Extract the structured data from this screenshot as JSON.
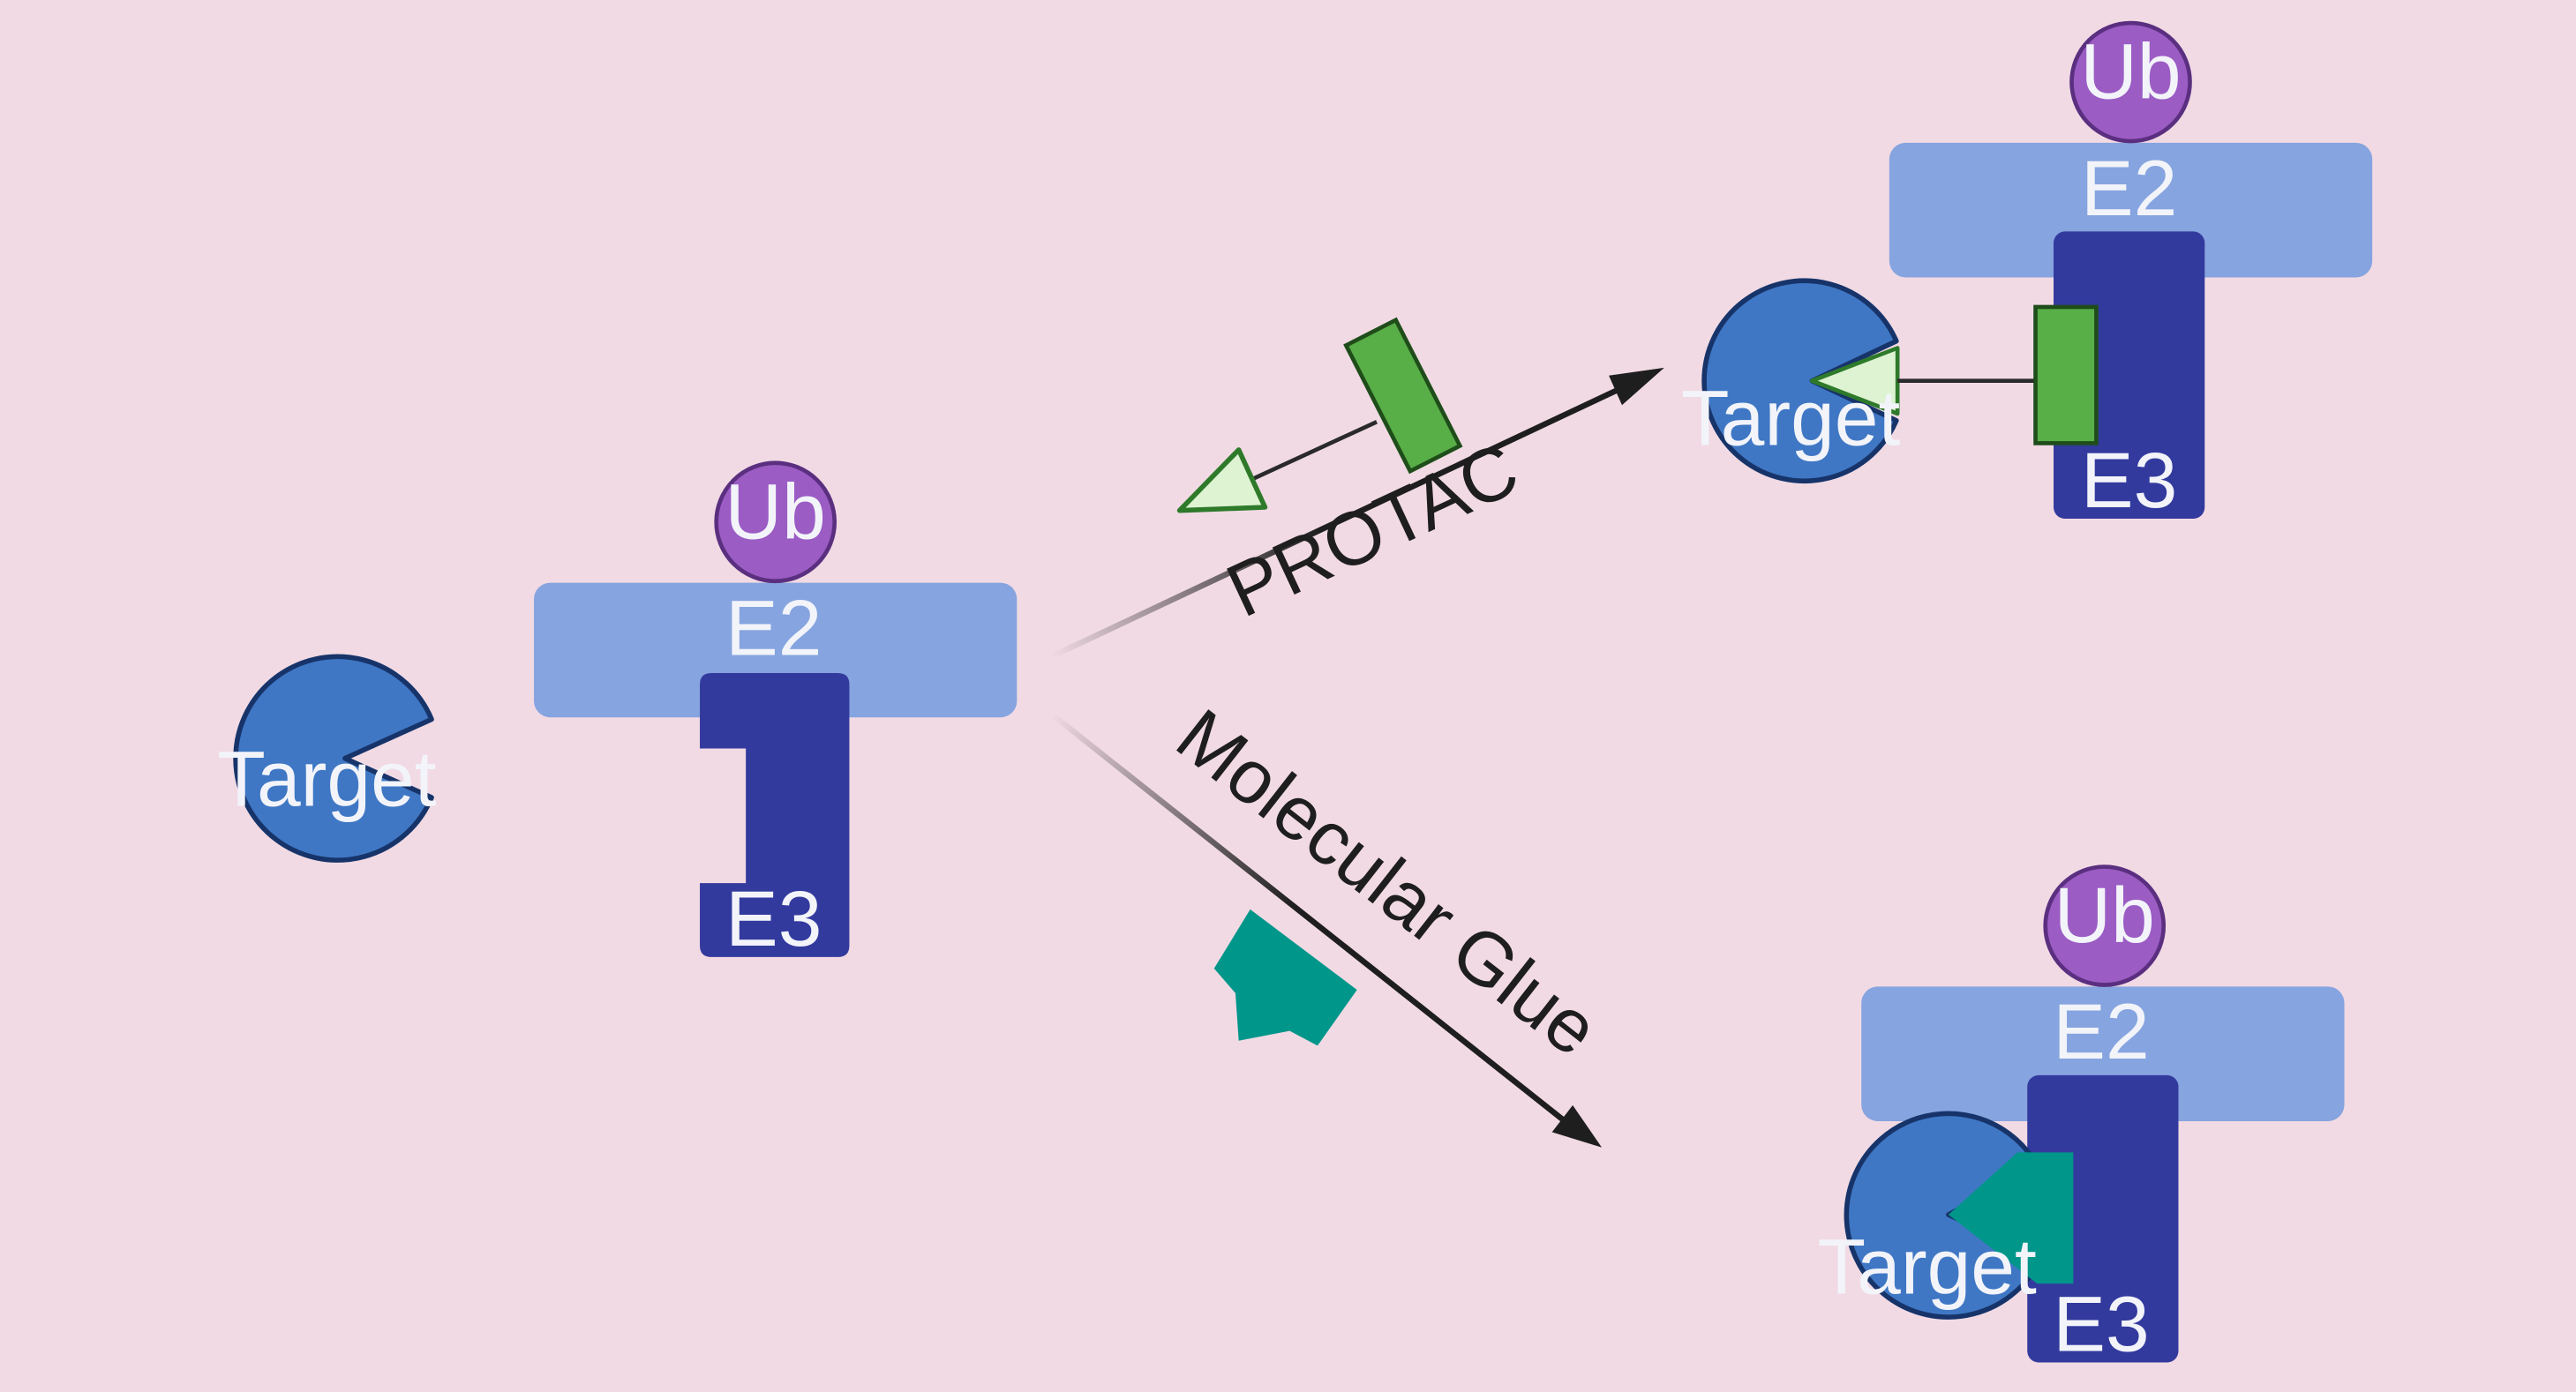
{
  "labels": {
    "target": "Target",
    "e2": "E2",
    "e3": "E3",
    "ub": "Ub"
  },
  "pathways": {
    "protac": "PROTAC",
    "molecular_glue": "Molecular Glue"
  },
  "colors": {
    "background": "#F1DAE4",
    "target": "#3F77C4",
    "target_outline": "#17346A",
    "e2": "#86A4DF",
    "e3": "#333A9E",
    "ub": "#9B5CC4",
    "ub_outline": "#5B2F80",
    "protac_ligand": "#58AE47",
    "protac_warhead": "#DDF3D2",
    "molecular_glue": "#00968A",
    "arrow": "#1E1E1E"
  }
}
